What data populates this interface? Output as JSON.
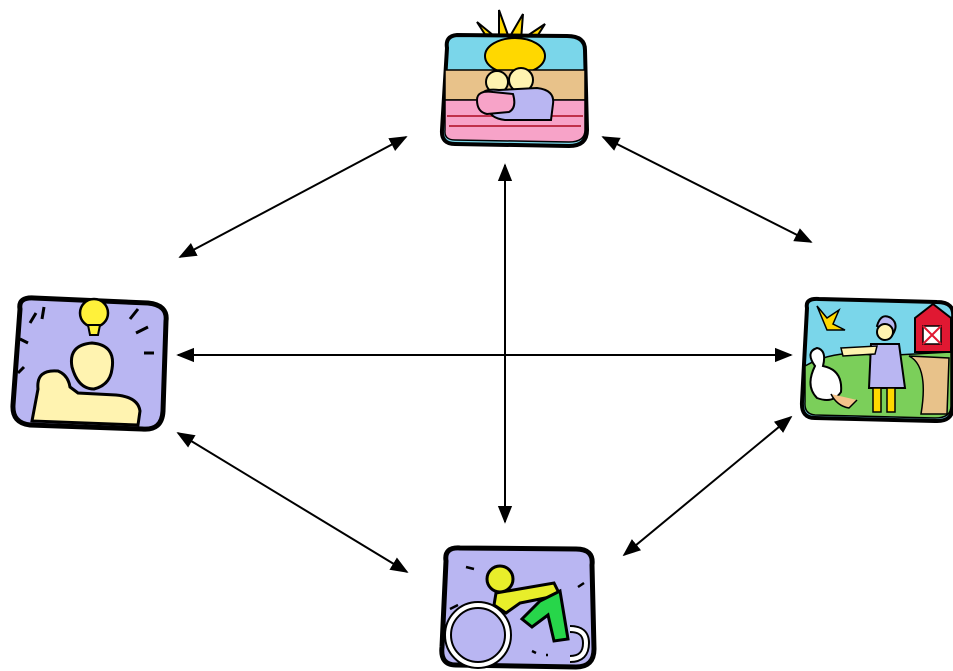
{
  "diagram": {
    "nodes": [
      {
        "id": "sunrise-couple",
        "icon": "sunrise-couple-icon"
      },
      {
        "id": "idea-thinker",
        "icon": "lightbulb-thinker-icon"
      },
      {
        "id": "farm-scene",
        "icon": "farmer-with-goose-icon"
      },
      {
        "id": "cyclist",
        "icon": "cyclist-icon"
      }
    ],
    "connections": [
      {
        "from": "sunrise-couple",
        "to": "idea-thinker",
        "arrows": "both"
      },
      {
        "from": "sunrise-couple",
        "to": "farm-scene",
        "arrows": "both"
      },
      {
        "from": "sunrise-couple",
        "to": "cyclist",
        "arrows": "both"
      },
      {
        "from": "idea-thinker",
        "to": "farm-scene",
        "arrows": "both"
      },
      {
        "from": "idea-thinker",
        "to": "cyclist",
        "arrows": "both"
      },
      {
        "from": "farm-scene",
        "to": "cyclist",
        "arrows": "both"
      }
    ],
    "colors": {
      "outline": "#000000",
      "arrow": "#000000",
      "panel_lavender": "#b9b6f2",
      "sky": "#7ad6ea",
      "sun": "#ffd800",
      "skin": "#fff3b0",
      "cyclist_green": "#27d64a",
      "cyclist_yellow": "#e8ee2a",
      "barn_red": "#e01832",
      "pink": "#f7a3c8"
    }
  }
}
